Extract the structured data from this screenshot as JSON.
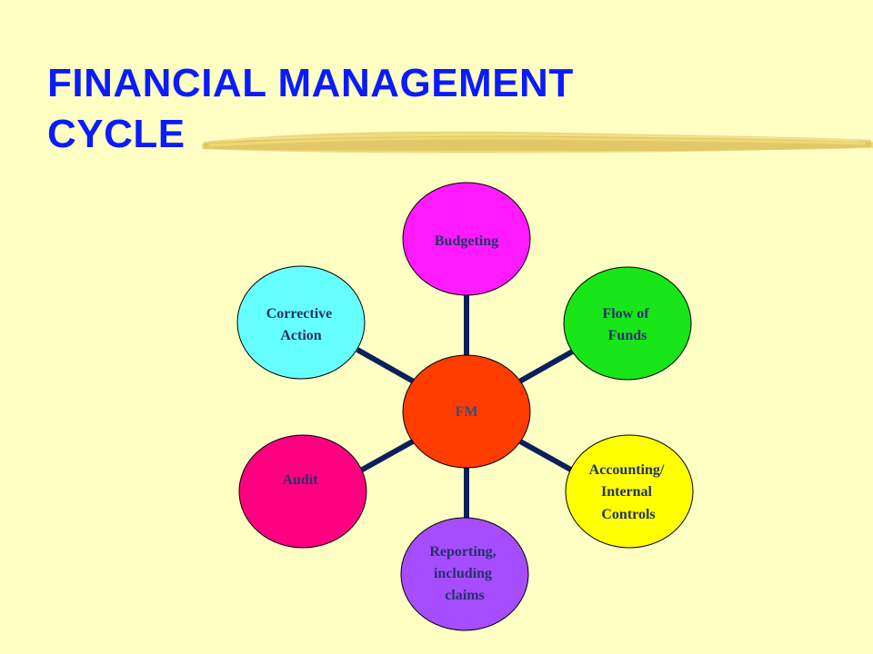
{
  "slide": {
    "title_line1": "FINANCIAL MANAGEMENT",
    "title_line2": "CYCLE"
  },
  "diagram": {
    "center": {
      "label": "FM",
      "color": "#ff3c00"
    },
    "nodes": [
      {
        "id": "budgeting",
        "lines": [
          "Budgeting"
        ],
        "color": "#ff1aff"
      },
      {
        "id": "flow-of-funds",
        "lines": [
          "Flow of",
          "Funds"
        ],
        "color": "#19e619"
      },
      {
        "id": "accounting-internal-controls",
        "lines": [
          "Accounting/",
          "Internal",
          "Controls"
        ],
        "color": "#ffff00"
      },
      {
        "id": "reporting",
        "lines": [
          "Reporting,",
          "including",
          "claims"
        ],
        "color": "#a64dff"
      },
      {
        "id": "audit",
        "lines": [
          "Audit"
        ],
        "color": "#ff0080"
      },
      {
        "id": "corrective-action",
        "lines": [
          "Corrective",
          "Action"
        ],
        "color": "#66ffff"
      }
    ],
    "spoke_color": "#0b1f5c"
  }
}
